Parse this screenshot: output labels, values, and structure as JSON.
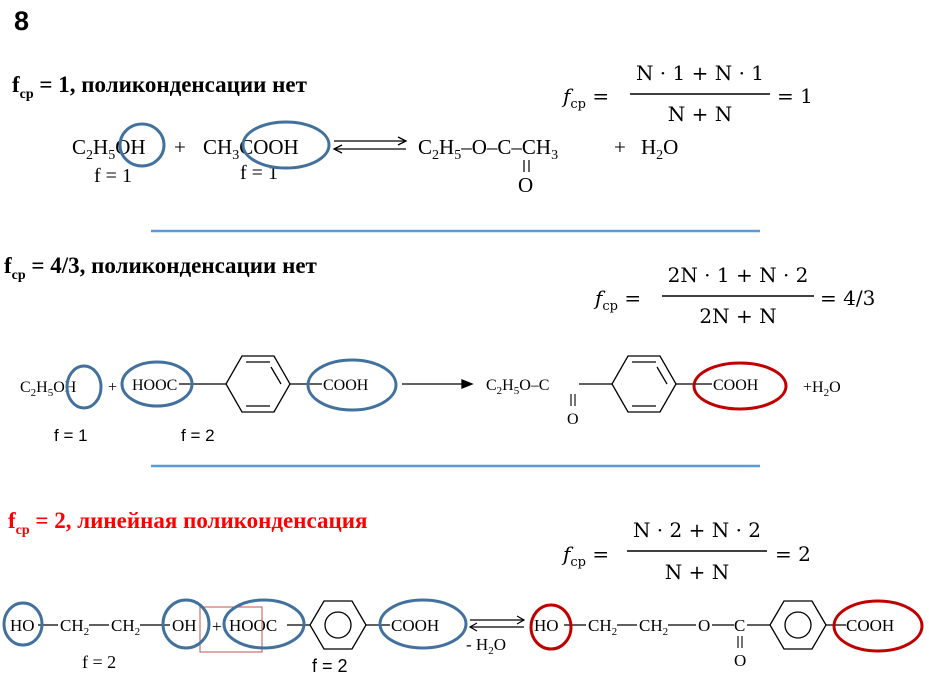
{
  "slide_number": "8",
  "colors": {
    "text": "#000000",
    "accent_red": "#ff0000",
    "oval_blue": "#41719c",
    "oval_red": "#c00000",
    "divider": "#5b9bd5"
  },
  "section1": {
    "heading_f": "f",
    "heading_sub": "ср",
    "heading_rest": " = 1, поликонденсации нет",
    "formula": {
      "lhs": "f",
      "lhs_sub": "ср",
      "eq": " =",
      "numerator": "N · 1 + N · 1",
      "denominator": "N + N",
      "result": "= 1"
    },
    "reaction": {
      "r1_a": "C",
      "r1_sub1": "2",
      "r1_b": "H",
      "r1_sub2": "5",
      "r1_c": "OH",
      "plus": "+",
      "r2_a": "CH",
      "r2_sub": "3",
      "r2_b": "COOH",
      "p1_a": "C",
      "p1_sub1": "2",
      "p1_b": "H",
      "p1_sub2": "5",
      "p1_c": "–O–",
      "p1_d": "C",
      "p1_e": "–CH",
      "p1_sub3": "3",
      "p1_oxygen": "O",
      "plus2": "+",
      "p2_a": "H",
      "p2_sub": "2",
      "p2_b": "O"
    },
    "label_f1": "f = 1",
    "label_f2": "f = 1"
  },
  "section2": {
    "heading_f": "f",
    "heading_sub": "ср",
    "heading_rest": " = 4/3, поликонденсации нет",
    "formula": {
      "lhs": "f",
      "lhs_sub": "ср",
      "eq": " =",
      "numerator": "2N · 1 + N · 2",
      "denominator": "2N + N",
      "result": "= 4/3"
    },
    "reaction": {
      "r1_a": "C",
      "r1_sub1": "2",
      "r1_b": "H",
      "r1_sub2": "5",
      "r1_c": "OH",
      "plus": "+",
      "acid_left": "HOOC",
      "acid_right": "COOH",
      "p_a": "C",
      "p_sub1": "2",
      "p_b": "H",
      "p_sub2": "5",
      "p_c": "O–",
      "p_d": "C",
      "p_oxygen": "O",
      "p_right": "COOH",
      "water_a": "+H",
      "water_sub": "2",
      "water_b": "O"
    },
    "label_f1": "f = 1",
    "label_f2": "f = 2"
  },
  "section3": {
    "heading_f": "f",
    "heading_sub": "ср",
    "heading_rest": " = 2, линейная поликонденсация",
    "formula": {
      "lhs": "f",
      "lhs_sub": "ср",
      "eq": " =",
      "numerator": "N · 2 + N · 2",
      "denominator": "N + N",
      "result": "= 2"
    },
    "reaction": {
      "r_ho": "HO",
      "r_ch2a": "CH",
      "r_sub1": "2",
      "r_ch2b": "CH",
      "r_sub2": "2",
      "r_oh": "OH",
      "plus": "+",
      "acid_left": "HOOC",
      "acid_right": "COOH",
      "byproduct_a": "- H",
      "byproduct_sub": "2",
      "byproduct_b": "O",
      "p_ho": "HO",
      "p_ch2a": "CH",
      "p_sub1": "2",
      "p_ch2b": "CH",
      "p_sub2": "2",
      "p_o": "O",
      "p_c": "C",
      "p_oxygen": "O",
      "p_right": "COOH"
    },
    "label_f1": "f = 2",
    "label_f2": "f = 2"
  }
}
